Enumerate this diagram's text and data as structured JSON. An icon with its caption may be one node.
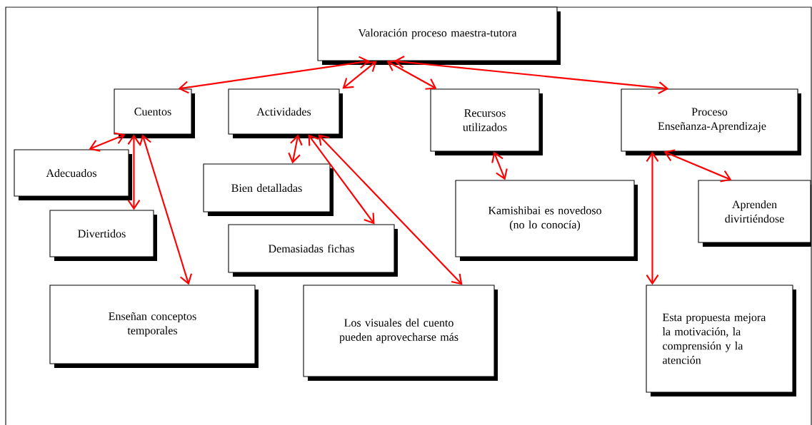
{
  "diagram": {
    "nodes": [
      {
        "text": [
          "Valoración proceso maestra-tutora"
        ]
      },
      {
        "text": [
          "Cuentos"
        ]
      },
      {
        "text": [
          "Actividades"
        ]
      },
      {
        "text": [
          "Recursos utilizados"
        ]
      },
      {
        "text": [
          "Proceso Enseñanza-Aprendizaje"
        ]
      },
      {
        "text": [
          "Adecuados"
        ]
      },
      {
        "text": [
          "Bien detalladas"
        ]
      },
      {
        "text": [
          "Divertidos"
        ]
      },
      {
        "text": [
          "Kamishibai es novedoso (no lo conocía)"
        ]
      },
      {
        "text": [
          "Aprenden divirtiéndose"
        ]
      },
      {
        "text": [
          "Demasiadas fichas"
        ]
      },
      {
        "text": [
          "Enseñan conceptos temporales"
        ]
      },
      {
        "text": [
          "Los visuales del cuento pueden aprovecharse más"
        ]
      },
      {
        "text": [
          "Esta propuesta mejora la motivación, la comprensión y la atención"
        ]
      }
    ],
    "edges": [
      {
        "from": 0,
        "to": 1,
        "arrow": "both"
      },
      {
        "from": 0,
        "to": 2,
        "arrow": "both"
      },
      {
        "from": 0,
        "to": 3,
        "arrow": "both"
      },
      {
        "from": 0,
        "to": 4,
        "arrow": "both"
      },
      {
        "from": 1,
        "to": 5,
        "arrow": "both"
      },
      {
        "from": 1,
        "to": 7,
        "arrow": "both"
      },
      {
        "from": 1,
        "to": 11,
        "arrow": "both"
      },
      {
        "from": 2,
        "to": 6,
        "arrow": "both"
      },
      {
        "from": 2,
        "to": 10,
        "arrow": "both"
      },
      {
        "from": 2,
        "to": 12,
        "arrow": "both"
      },
      {
        "from": 3,
        "to": 8,
        "arrow": "both"
      },
      {
        "from": 4,
        "to": 9,
        "arrow": "both"
      },
      {
        "from": 4,
        "to": 13,
        "arrow": "both"
      }
    ]
  }
}
